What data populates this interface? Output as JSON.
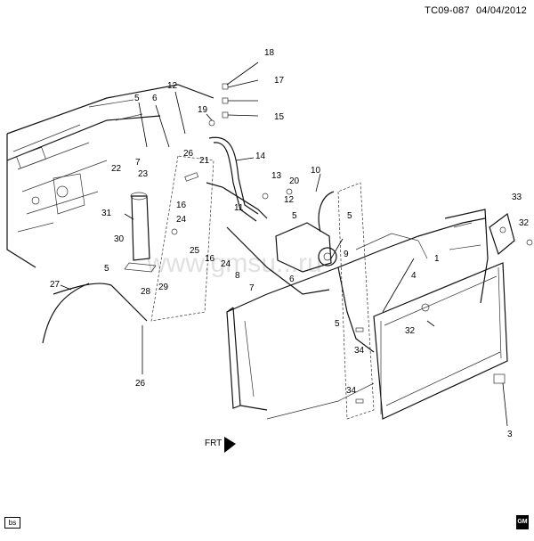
{
  "header": {
    "code": "TC09-087",
    "date": "04/04/2012"
  },
  "corner_tag": "bs",
  "logo": "GM",
  "watermark": "www.gmsu...ru",
  "callouts": [
    "1",
    "3",
    "4",
    "5",
    "5",
    "5",
    "5",
    "5",
    "6",
    "6",
    "7",
    "7",
    "8",
    "9",
    "10",
    "11",
    "12",
    "12",
    "13",
    "14",
    "15",
    "16",
    "16",
    "17",
    "18",
    "19",
    "20",
    "21",
    "22",
    "23",
    "24",
    "24",
    "25",
    "26",
    "26",
    "27",
    "28",
    "29",
    "30",
    "31",
    "32",
    "32",
    "33",
    "34",
    "34"
  ],
  "direction_label": "FRT"
}
